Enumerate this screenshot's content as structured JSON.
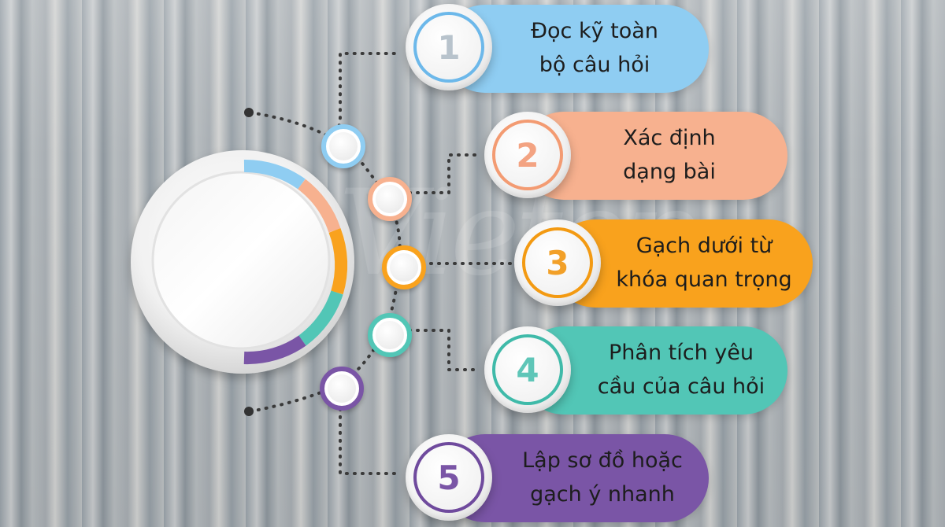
{
  "watermark": "Vietop",
  "steps": [
    {
      "number": "1",
      "line1": "Đọc kỹ toàn",
      "line2": "bộ câu hỏi",
      "color": "#8fcdf2",
      "accent": "#6cb8ea"
    },
    {
      "number": "2",
      "line1": "Xác định",
      "line2": "dạng bài",
      "color": "#f7b18f",
      "accent": "#f39b72"
    },
    {
      "number": "3",
      "line1": "Gạch dưới từ",
      "line2": "khóa quan trọng",
      "color": "#f9a21d",
      "accent": "#f39a12"
    },
    {
      "number": "4",
      "line1": "Phân tích yêu",
      "line2": "cầu của câu hỏi",
      "color": "#52c6b6",
      "accent": "#3fbaa9"
    },
    {
      "number": "5",
      "line1": "Lập sơ đồ hoặc",
      "line2": "gạch ý nhanh",
      "color": "#7a55a6",
      "accent": "#6f4a9d"
    }
  ]
}
